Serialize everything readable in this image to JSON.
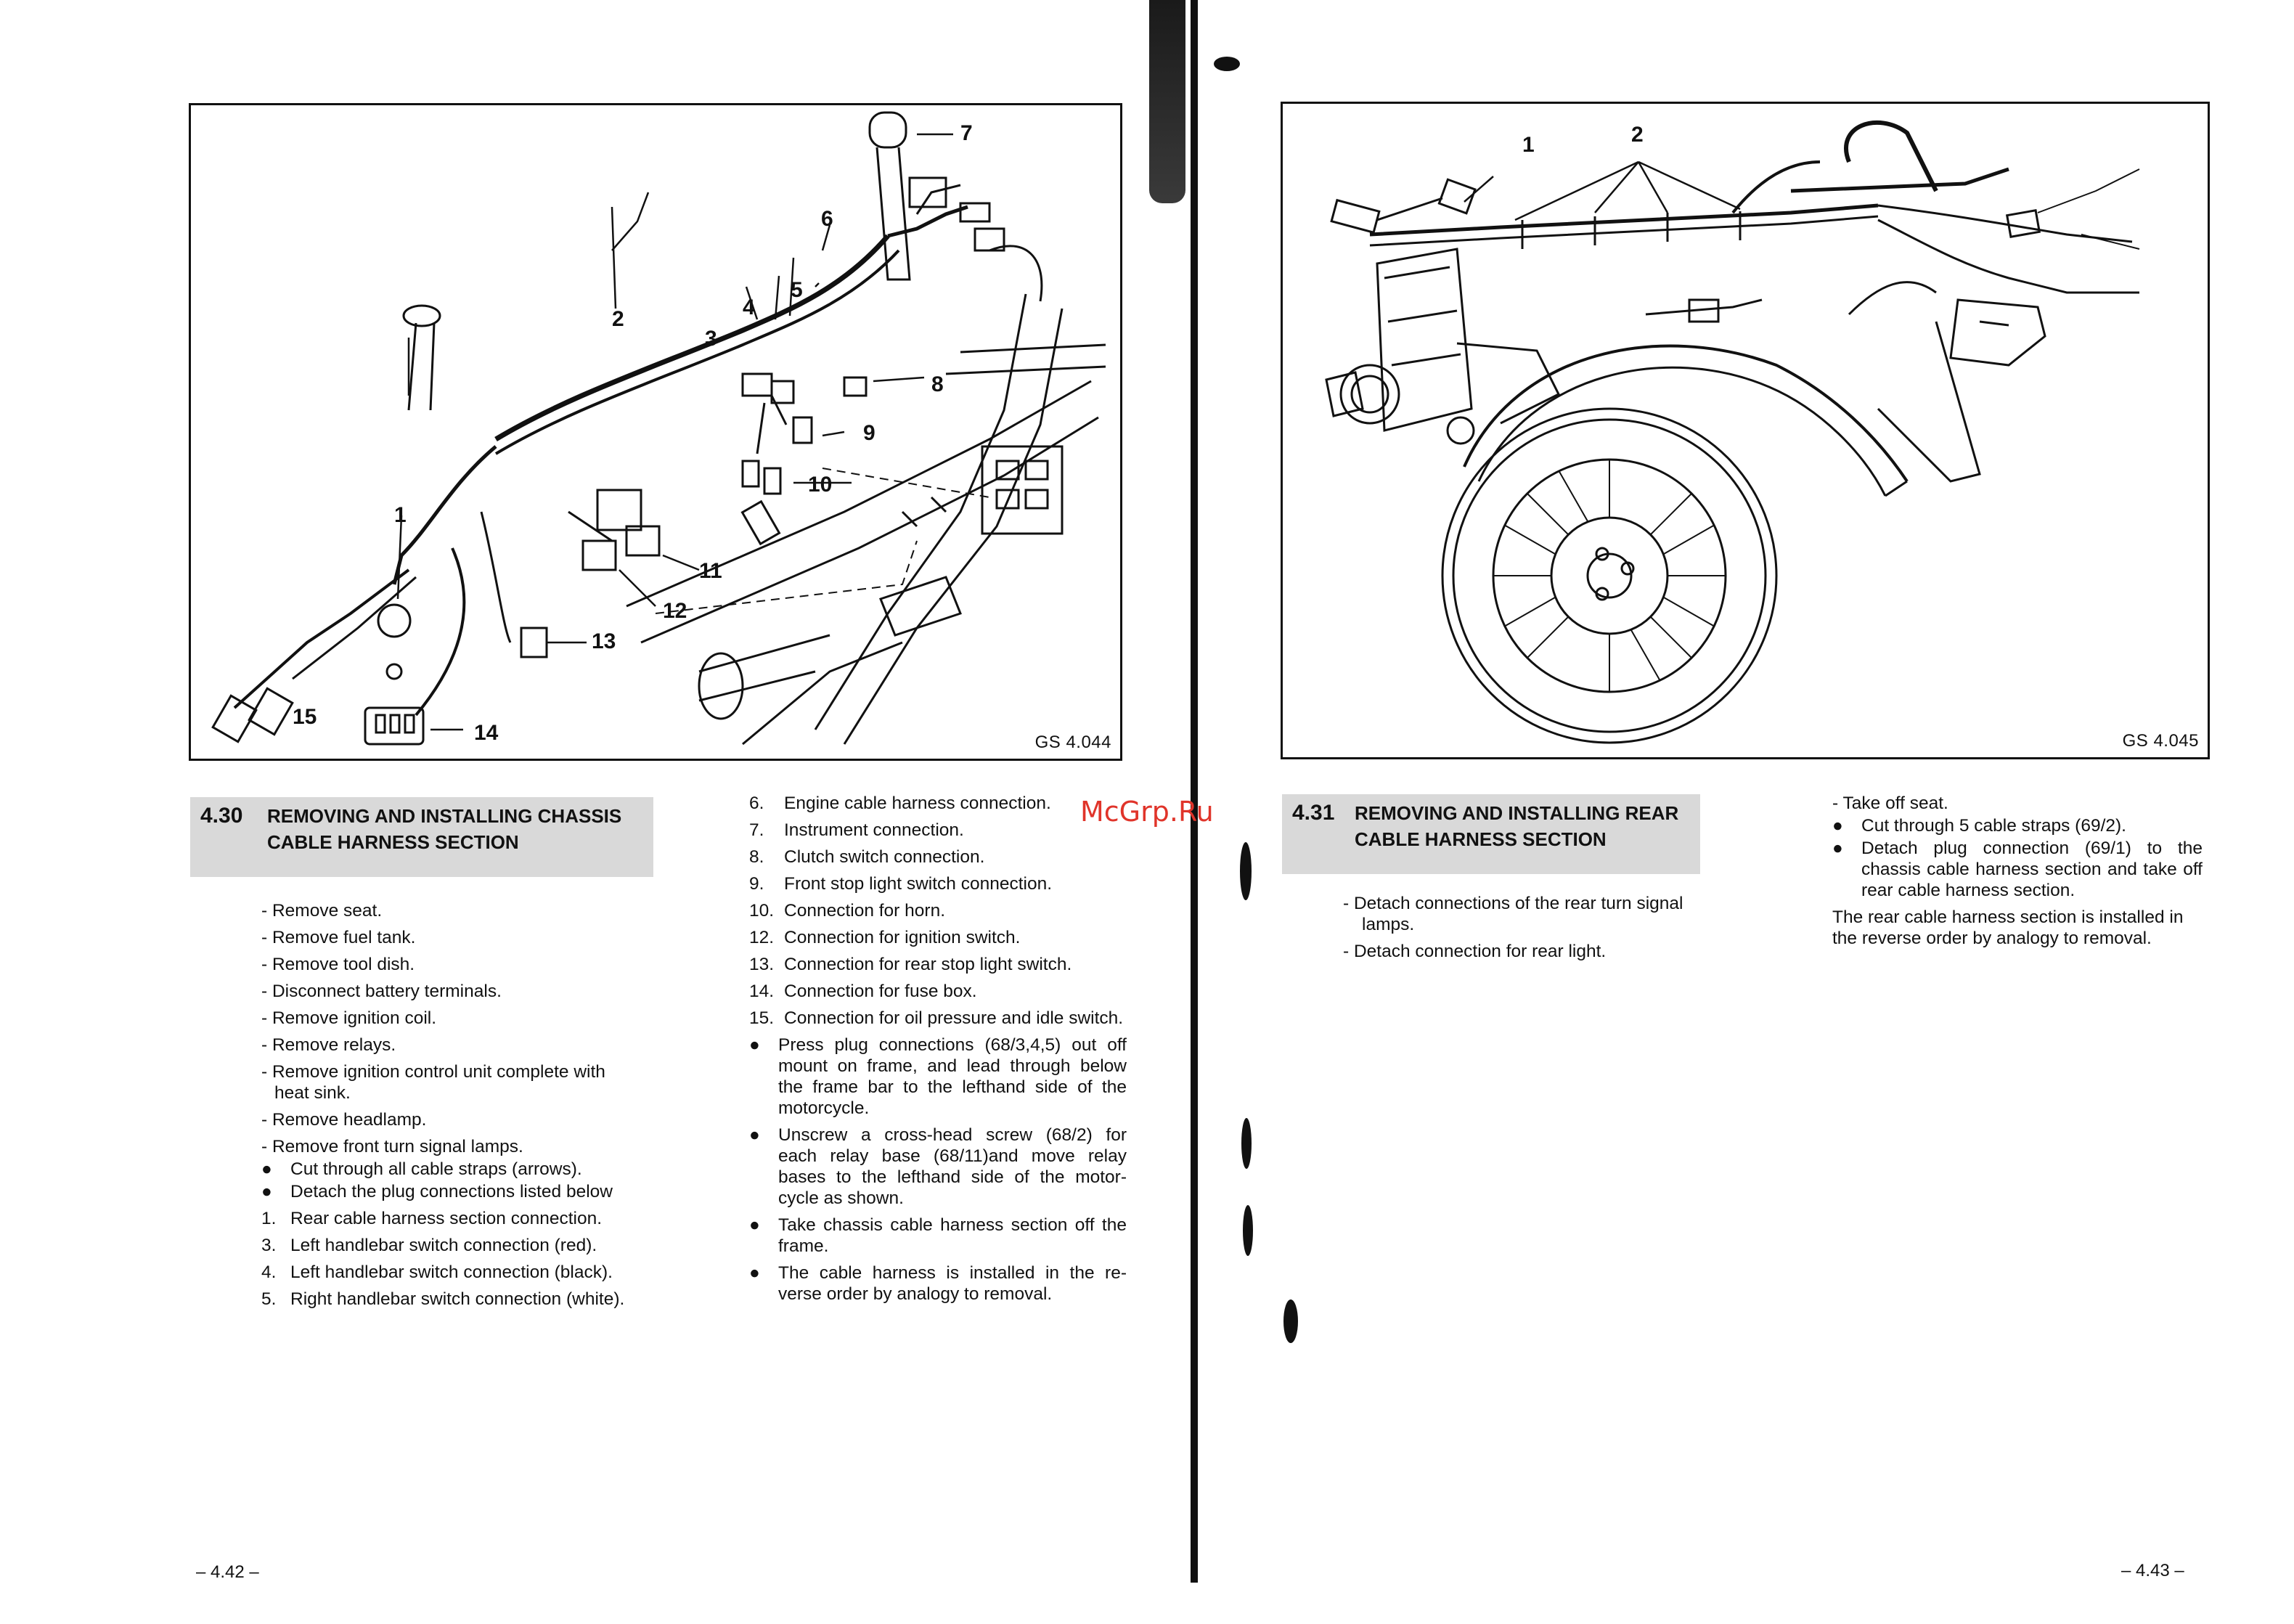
{
  "watermark": "McGrp.Ru",
  "left_page": {
    "figure": {
      "code": "GS 4.044",
      "callouts": [
        "1",
        "2",
        "3",
        "4",
        "5",
        "6",
        "7",
        "8",
        "9",
        "10",
        "11",
        "12",
        "13",
        "14",
        "15"
      ]
    },
    "section": {
      "number": "4.30",
      "title_line1": "REMOVING AND INSTALLING CHASSIS",
      "title_line2": "CABLE HARNESS SECTION"
    },
    "steps": [
      "Remove seat.",
      "Remove fuel tank.",
      "Remove tool dish.",
      "Disconnect battery terminals.",
      "Remove ignition coil.",
      "Remove relays.",
      "Remove ignition control unit complete with heat sink.",
      "Remove headlamp.",
      "Remove front turn signal lamps."
    ],
    "bullets": [
      "Cut through all cable straps (arrows).",
      "Detach the plug connections listed below"
    ],
    "numbered": [
      {
        "n": "1.",
        "t": "Rear cable harness section connection."
      },
      {
        "n": "3.",
        "t": "Left handlebar switch connection (red)."
      },
      {
        "n": "4.",
        "t": "Left handlebar switch connection (black)."
      },
      {
        "n": "5.",
        "t": "Right handlebar switch connection (white)."
      }
    ],
    "numbered_col2": [
      {
        "n": "6.",
        "t": "Engine cable harness connection."
      },
      {
        "n": "7.",
        "t": "Instrument connection."
      },
      {
        "n": "8.",
        "t": "Clutch switch connection."
      },
      {
        "n": "9.",
        "t": "Front stop light switch connection."
      },
      {
        "n": "10.",
        "t": "Connection for horn."
      },
      {
        "n": "12.",
        "t": "Connection for ignition switch."
      },
      {
        "n": "13.",
        "t": "Connection for rear stop light switch."
      },
      {
        "n": "14.",
        "t": "Connection for fuse box."
      },
      {
        "n": "15.",
        "t": "Connection for oil pressure and idle switch."
      }
    ],
    "bullets_col2": [
      "Press plug connections (68/3,4,5) out off mount on frame, and lead through below the frame bar to the lefthand side of the motorcycle.",
      "Unscrew a cross-head screw (68/2) for each relay base (68/11)and move relay bases to the lefthand side of the motor-cycle as shown.",
      "Take chassis cable harness section off the frame.",
      "The cable harness is installed in the re-verse order by analogy to removal."
    ],
    "page_number": "– 4.42 –"
  },
  "right_page": {
    "figure": {
      "code": "GS 4.045",
      "callouts": [
        "1",
        "2"
      ]
    },
    "section": {
      "number": "4.31",
      "title_line1": "REMOVING AND INSTALLING REAR",
      "title_line2": "CABLE HARNESS SECTION"
    },
    "steps": [
      "Detach connections of the rear turn signal lamps.",
      "Detach connection for rear light."
    ],
    "steps_col2": [
      "Take off seat."
    ],
    "bullets_col2": [
      "Cut through 5 cable straps (69/2).",
      "Detach plug connection (69/1) to the chassis cable harness section and take off rear cable harness section."
    ],
    "closing": "The rear cable harness section is installed in the reverse order by analogy to removal.",
    "page_number": "– 4.43 –"
  }
}
